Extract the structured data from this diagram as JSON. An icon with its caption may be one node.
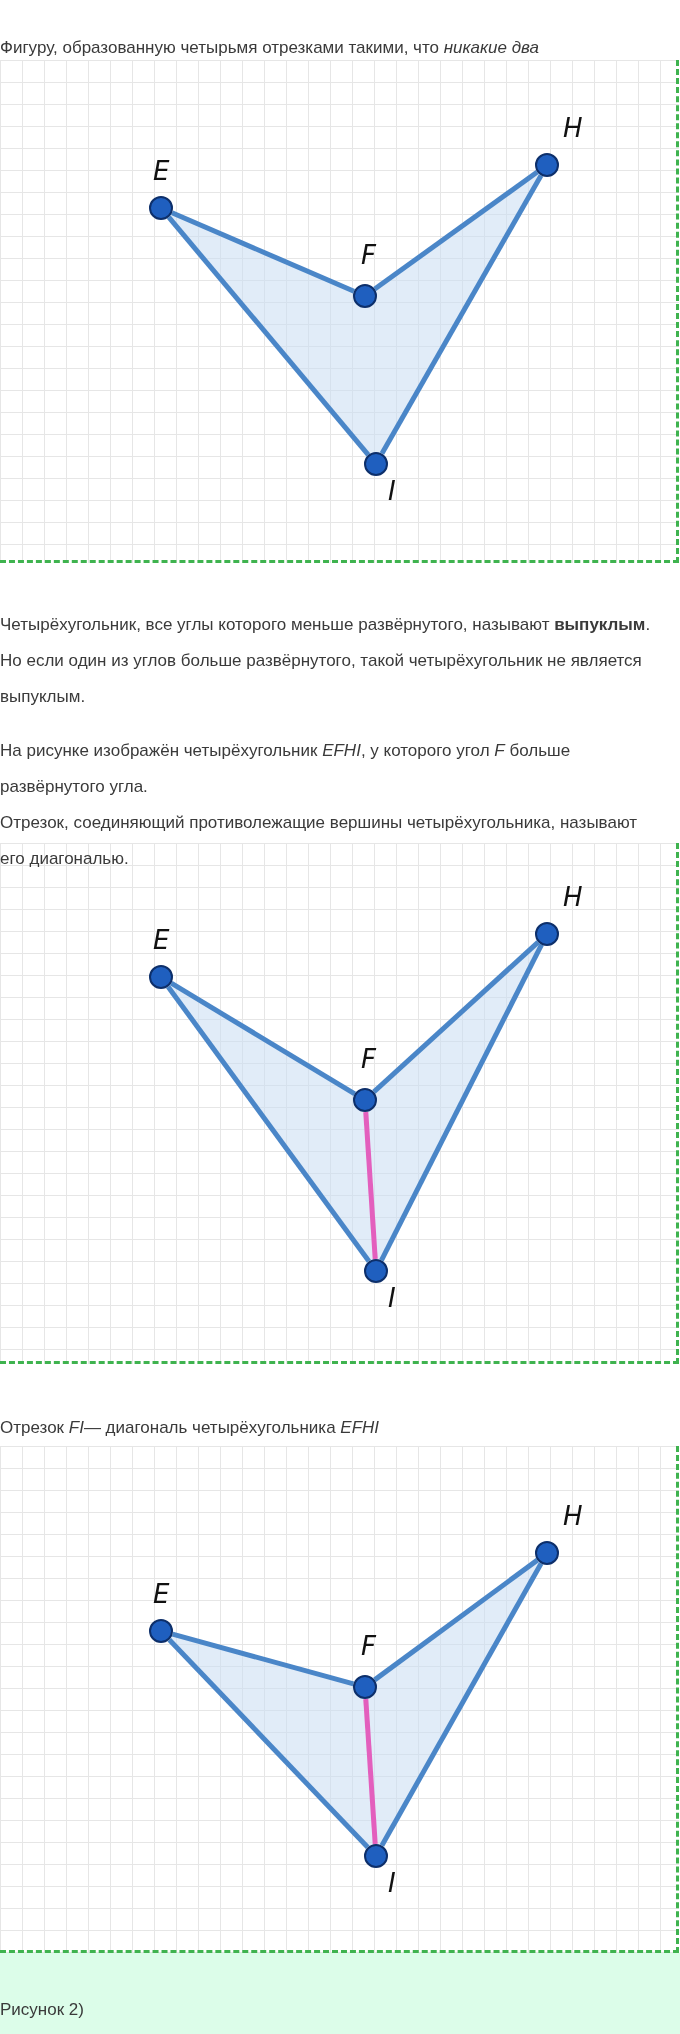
{
  "diagram": {
    "caption": "Рисунок 2)",
    "nodes": [
      {
        "text": [
          "E"
        ]
      },
      {
        "text": [
          "F"
        ]
      },
      {
        "text": [
          "H"
        ]
      },
      {
        "text": [
          "I"
        ]
      },
      {
        "text": [
          "E"
        ]
      },
      {
        "text": [
          "F"
        ]
      },
      {
        "text": [
          "H"
        ]
      },
      {
        "text": [
          "I"
        ]
      },
      {
        "text": [
          "E"
        ]
      },
      {
        "text": [
          "F"
        ]
      },
      {
        "text": [
          "H"
        ]
      },
      {
        "text": [
          "I"
        ]
      }
    ],
    "edges": [
      {
        "from": 0,
        "to": 1,
        "arrow": "none"
      },
      {
        "from": 1,
        "to": 2,
        "arrow": "none"
      },
      {
        "from": 2,
        "to": 3,
        "arrow": "none"
      },
      {
        "from": 3,
        "to": 0,
        "arrow": "none"
      },
      {
        "from": 4,
        "to": 5,
        "arrow": "none"
      },
      {
        "from": 5,
        "to": 6,
        "arrow": "none"
      },
      {
        "from": 6,
        "to": 7,
        "arrow": "none"
      },
      {
        "from": 7,
        "to": 4,
        "arrow": "none"
      },
      {
        "from": 5,
        "to": 7,
        "arrow": "none",
        "color": "#e35fbd"
      },
      {
        "from": 8,
        "to": 9,
        "arrow": "none"
      },
      {
        "from": 9,
        "to": 10,
        "arrow": "none"
      },
      {
        "from": 10,
        "to": 11,
        "arrow": "none"
      },
      {
        "from": 11,
        "to": 8,
        "arrow": "none"
      },
      {
        "from": 9,
        "to": 11,
        "arrow": "none",
        "color": "#e35fbd"
      }
    ],
    "labels": [
      "Фигуру, образованную четырьмя отрезками такими, что *никакие два*",
      "Четырёхугольник, все углы которого меньше развёрнутого, называют **выпуклым**. Но если один из углов больше развёрнутого, такой четырёхугольник не является выпуклым.",
      "На рисунке изображён четырёхугольник *EFHI*, у которого угол *F* больше развёрнутого угла.",
      "Отрезок, соединяющий противолежащие вершины четырёхугольника, называют его диагональю.",
      "Отрезок *FI*— диагональ четырёхугольника *EFHI*"
    ]
  }
}
